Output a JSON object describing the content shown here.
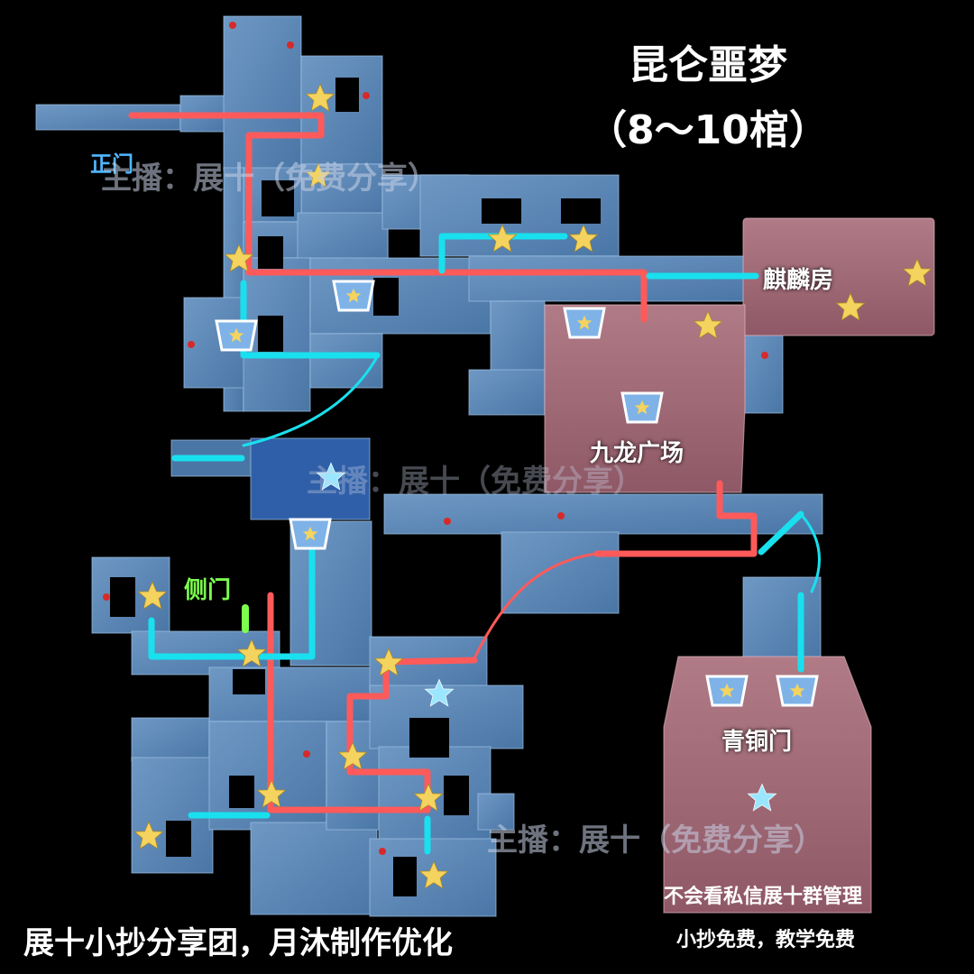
{
  "map": {
    "title": "昆仑噩梦",
    "subtitle": "（8～10棺）",
    "rooms": {
      "qilin": "麒麟房",
      "jiulong": "九龙广场",
      "qingtong": "青铜门"
    },
    "doors": {
      "main": "正门",
      "side": "侧门"
    },
    "watermark": "主播：展十（免费分享）",
    "footer_left": "展十小抄分享团，月沐制作优化",
    "footer_right_line1": "不会看私信展十群管理",
    "footer_right_line2": "小抄免费，教学免费"
  },
  "colors": {
    "background": "#000000",
    "floor_blue": "#5b86b4",
    "floor_deep_blue": "#2f5fa8",
    "floor_red": "#a86a76",
    "route_red": "#ff5a5a",
    "route_cyan": "#19e0ee",
    "star_gold": "#f4d35e",
    "star_blue": "#9be6ff",
    "side_door_green": "#7cff4c",
    "main_door_blue": "#4fb6ff"
  },
  "legend_icons": [
    "gold-star-icon",
    "blue-star-icon",
    "coffin-icon",
    "red-marker-icon"
  ]
}
